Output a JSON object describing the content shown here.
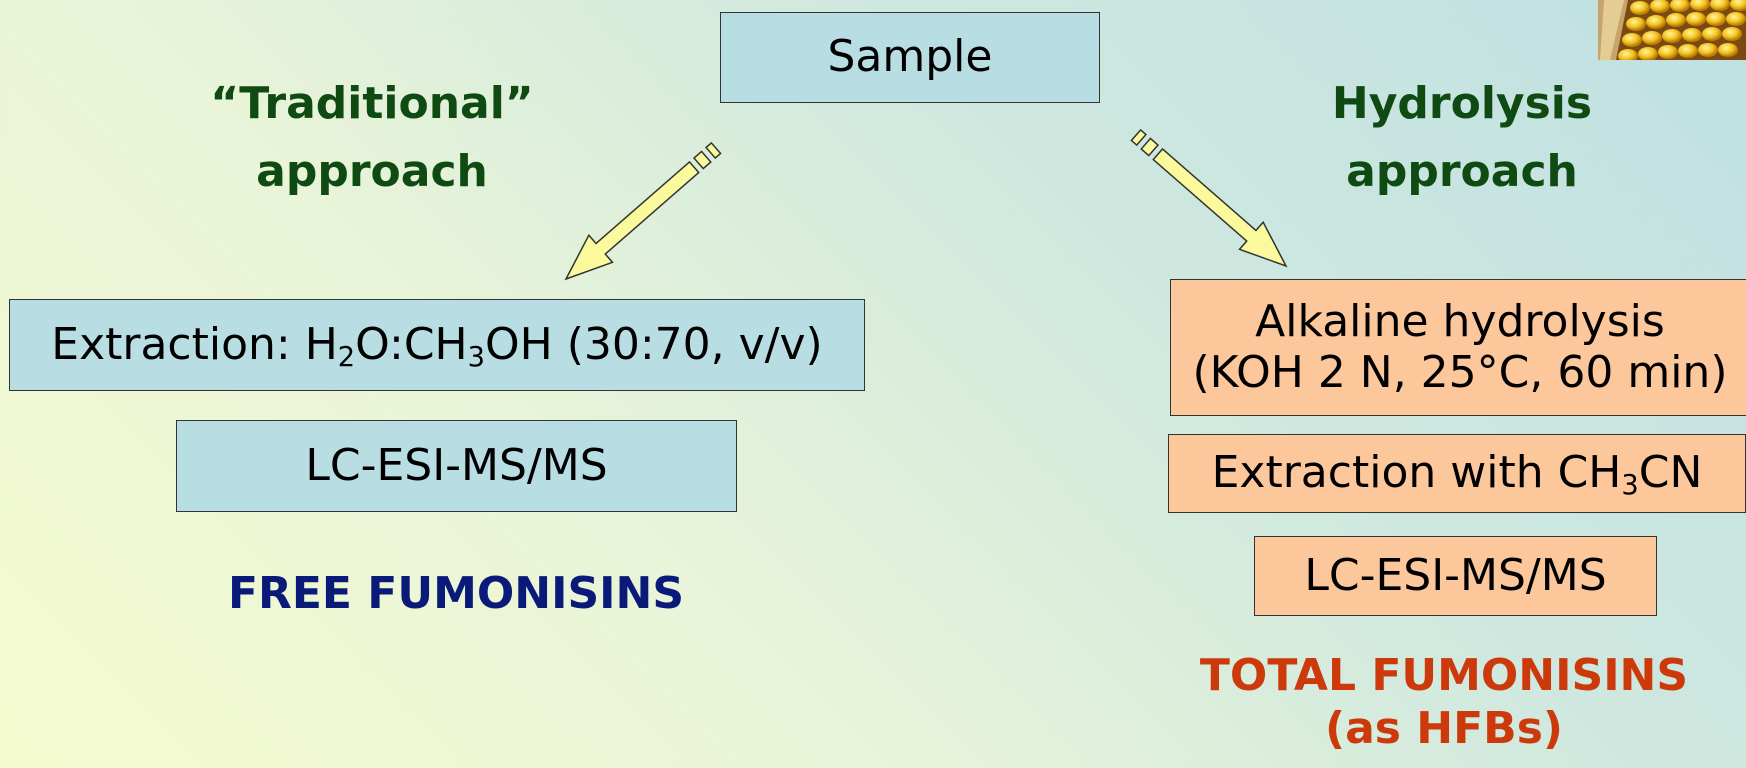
{
  "sample": "Sample",
  "left": {
    "heading_line1": "“Traditional”",
    "heading_line2": "approach",
    "extraction_prefix": "Extraction: H",
    "extraction_sub1": "2",
    "extraction_mid1": "O:CH",
    "extraction_sub2": "3",
    "extraction_suffix": "OH (30:70, v/v)",
    "analysis": "LC-ESI-MS/MS",
    "result": "FREE FUMONISINS"
  },
  "right": {
    "heading_line1": "Hydrolysis",
    "heading_line2": "approach",
    "hydrolysis_line1": "Alkaline hydrolysis",
    "hydrolysis_line2": "(KOH 2 N, 25°C, 60 min)",
    "extraction_prefix": "Extraction with CH",
    "extraction_sub": "3",
    "extraction_suffix": "CN",
    "analysis": "LC-ESI-MS/MS",
    "result_line1": "TOTAL FUMONISINS",
    "result_line2": "(as HFBs)"
  },
  "colors": {
    "blue_box": "#b8dde3",
    "orange_box": "#fdc79c",
    "arrow_fill": "#fafa9c",
    "green_text": "#0f4a12",
    "navy_text": "#0a1a78",
    "red_text": "#cc3a0c"
  },
  "icons": {
    "corn_image": "corn-cob-icon"
  }
}
